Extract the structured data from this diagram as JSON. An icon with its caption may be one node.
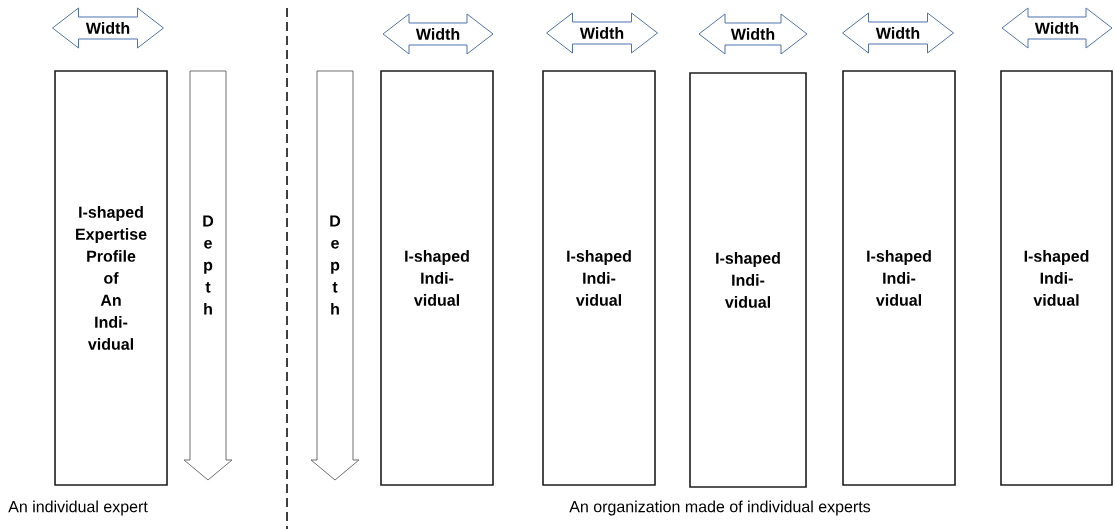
{
  "diagram": {
    "nodes": [
      {
        "text": [
          "Width"
        ]
      },
      {
        "text": [
          "Width"
        ]
      },
      {
        "text": [
          "Width"
        ]
      },
      {
        "text": [
          "Width"
        ]
      },
      {
        "text": [
          "Width"
        ]
      },
      {
        "text": [
          "Width"
        ]
      },
      {
        "text": [
          "I-shaped Expertise Profile of An Indi- vidual"
        ]
      },
      {
        "text": [
          "Depth"
        ]
      },
      {
        "text": [
          "Depth"
        ]
      },
      {
        "text": [
          "I-shaped Indi- vidual"
        ]
      },
      {
        "text": [
          "I-shaped Indi- vidual"
        ]
      },
      {
        "text": [
          "I-shaped Indi- vidual"
        ]
      },
      {
        "text": [
          "I-shaped Indi- vidual"
        ]
      },
      {
        "text": [
          "I-shaped Indi- vidual"
        ]
      }
    ],
    "labels": [
      "An individual expert",
      "An organization made of individual experts"
    ]
  }
}
